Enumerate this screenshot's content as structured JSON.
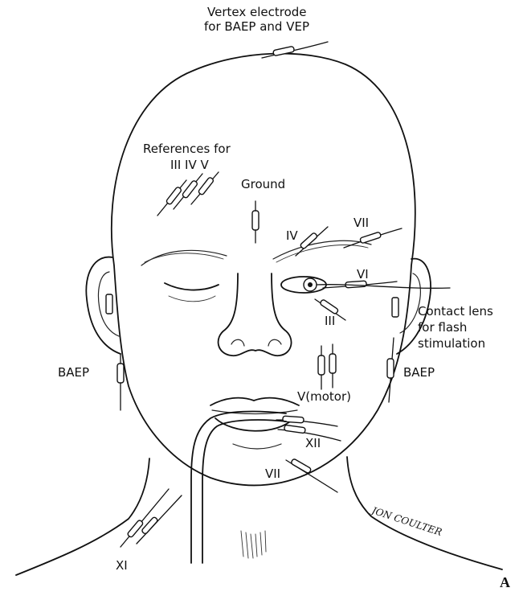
{
  "labels": {
    "vertex_line1": "Vertex electrode",
    "vertex_line2": "for BAEP and VEP",
    "references_title": "References for",
    "references_nerves": "III  IV V",
    "ground": "Ground",
    "iv": "IV",
    "vii_upper": "VII",
    "vi": "VI",
    "iii": "III",
    "contact_line1": "Contact lens",
    "contact_line2": "for flash",
    "contact_line3": "stimulation",
    "baep_left": "BAEP",
    "baep_right": "BAEP",
    "v_motor": "V(motor)",
    "xii": "XII",
    "vii_lower": "VII",
    "xi": "XI",
    "signature": "JON COULTER",
    "figure_letter": "A"
  }
}
